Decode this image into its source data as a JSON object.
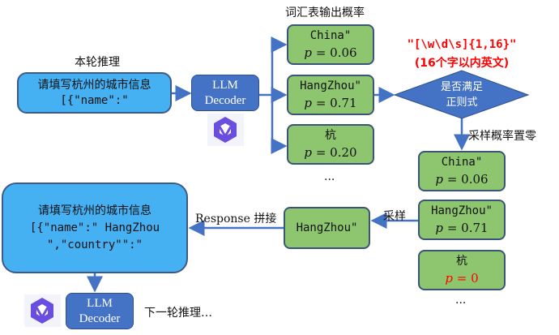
{
  "current_round_label": "本轮推理",
  "prompt_box": {
    "line1": "请填写杭州的城市信息",
    "line2": "[{\"name\":\""
  },
  "decoder": {
    "line1": "LLM",
    "line2": "Decoder"
  },
  "vocab_label": "词汇表输出概率",
  "vocab_candidates": [
    {
      "token": "China\"",
      "p_label": "p",
      "p_value": "= 0.06"
    },
    {
      "token": "HangZhou\"",
      "p_label": "p",
      "p_value": "= 0.71"
    },
    {
      "token": "杭",
      "p_label": "p",
      "p_value": "= 0.20"
    }
  ],
  "ellipsis": "...",
  "regex": {
    "pattern": "\"[\\w\\d\\s]{1,16}\"",
    "description": "(16个字以内英文)"
  },
  "decision": {
    "line1": "是否满足",
    "line2": "正则式"
  },
  "zero_label": "采样概率置零",
  "masked_candidates": [
    {
      "token": "China\"",
      "p_label": "p",
      "p_value": "= 0.06",
      "zeroed": false
    },
    {
      "token": "HangZhou\"",
      "p_label": "p",
      "p_value": "= 0.71",
      "zeroed": false
    },
    {
      "token": "杭",
      "p_label": "p",
      "p_value": "= 0",
      "zeroed": true
    }
  ],
  "sample_label": "采样",
  "sampled_token": "HangZhou\"",
  "concat_label": "Response 拼接",
  "result_box": {
    "line1": "请填写杭州的城市信息",
    "line2": "[{\"name\":\" HangZhou",
    "line3": "\",\"country\"\":\""
  },
  "next_round_label": "下一轮推理…",
  "colors": {
    "blue_box": "#45b0f2",
    "decoder": "#4472c4",
    "green": "#8dc66f",
    "arrow": "#4472c4",
    "red": "#ff0000"
  }
}
